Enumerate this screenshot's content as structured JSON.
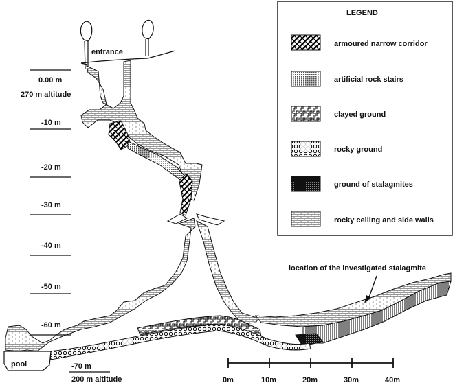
{
  "diagram": {
    "entrance_label": "entrance",
    "pool_label": "pool",
    "callout": "location of the investigated stalagmite",
    "depth_markers": [
      {
        "text": "0.00 m",
        "sub": "270 m altitude"
      },
      {
        "text": "-10 m"
      },
      {
        "text": "-20 m"
      },
      {
        "text": "-30 m"
      },
      {
        "text": "-40 m"
      },
      {
        "text": "-50 m"
      },
      {
        "text": "-60 m"
      },
      {
        "text": "-70 m",
        "sub": "200 m altitude"
      }
    ],
    "scale_bar": {
      "labels": [
        "0m",
        "10m",
        "20m",
        "30m",
        "40m"
      ]
    }
  },
  "legend": {
    "title": "LEGEND",
    "items": [
      {
        "label": "armoured narrow corridor",
        "pattern": "woven"
      },
      {
        "label": "artificial rock stairs",
        "pattern": "dots-fine"
      },
      {
        "label": "clayed ground",
        "pattern": "ps-letters"
      },
      {
        "label": "rocky ground",
        "pattern": "circles"
      },
      {
        "label": "ground of stalagmites",
        "pattern": "dark-grid"
      },
      {
        "label": "rocky ceiling and side walls",
        "pattern": "bricks"
      }
    ]
  }
}
